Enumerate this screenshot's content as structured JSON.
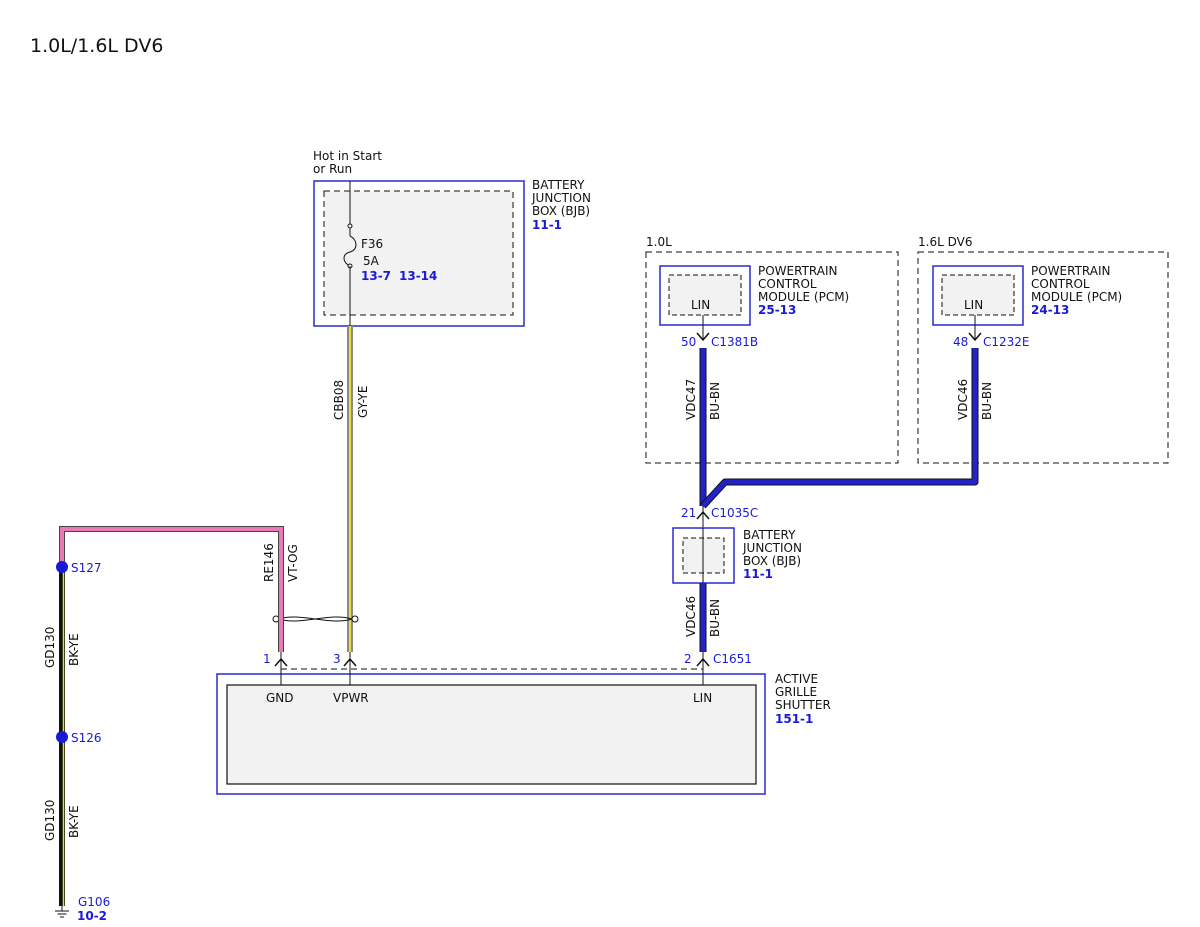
{
  "title": "1.0L/1.6L DV6",
  "colors": {
    "module_border": "#2b2bd0",
    "module_fill": "#f2f2f2",
    "wire_pink": "#e87ab8",
    "wire_blue": "#2323c8",
    "wire_black": "#111111",
    "wire_yellow": "#e8e03a",
    "wire_gray": "#8a8a8a",
    "ref_blue": "#1a1ad6"
  },
  "bjb_top": {
    "power_label_1": "Hot in Start",
    "power_label_2": "or Run",
    "name_1": "BATTERY",
    "name_2": "JUNCTION",
    "name_3": "BOX (BJB)",
    "ref": "11-1",
    "fuse": "F36",
    "fuse_rating": "5A",
    "fuse_ref_1": "13-7",
    "fuse_ref_2": "13-14",
    "wire_circuit": "CBB08",
    "wire_color": "GY-YE"
  },
  "variant_10": {
    "label": "1.0L",
    "module_1": "POWERTRAIN",
    "module_2": "CONTROL",
    "module_3": "MODULE (PCM)",
    "ref": "25-13",
    "pin_label": "LIN",
    "pin": "50",
    "connector": "C1381B",
    "wire_circuit": "VDC47",
    "wire_color": "BU-BN"
  },
  "variant_16": {
    "label": "1.6L DV6",
    "module_1": "POWERTRAIN",
    "module_2": "CONTROL",
    "module_3": "MODULE (PCM)",
    "ref": "24-13",
    "pin_label": "LIN",
    "pin": "48",
    "connector": "C1232E",
    "wire_circuit": "VDC46",
    "wire_color": "BU-BN"
  },
  "bjb_mid": {
    "pin": "21",
    "connector": "C1035C",
    "name_1": "BATTERY",
    "name_2": "JUNCTION",
    "name_3": "BOX (BJB)",
    "ref": "11-1",
    "wire_circuit": "VDC46",
    "wire_color": "BU-BN"
  },
  "ags": {
    "name_1": "ACTIVE",
    "name_2": "GRILLE",
    "name_3": "SHUTTER",
    "ref": "151-1",
    "pin_gnd_num": "1",
    "pin_gnd": "GND",
    "pin_vpwr_num": "3",
    "pin_vpwr": "VPWR",
    "pin_lin_num": "2",
    "pin_lin": "LIN",
    "connector": "C1651"
  },
  "ground_wires": {
    "re_circuit": "RE146",
    "re_color": "VT-OG",
    "splice_1": "S127",
    "splice_2": "S126",
    "gd_circuit_1": "GD130",
    "gd_color_1": "BK-YE",
    "gd_circuit_2": "GD130",
    "gd_color_2": "BK-YE",
    "ground": "G106",
    "ground_ref": "10-2"
  }
}
